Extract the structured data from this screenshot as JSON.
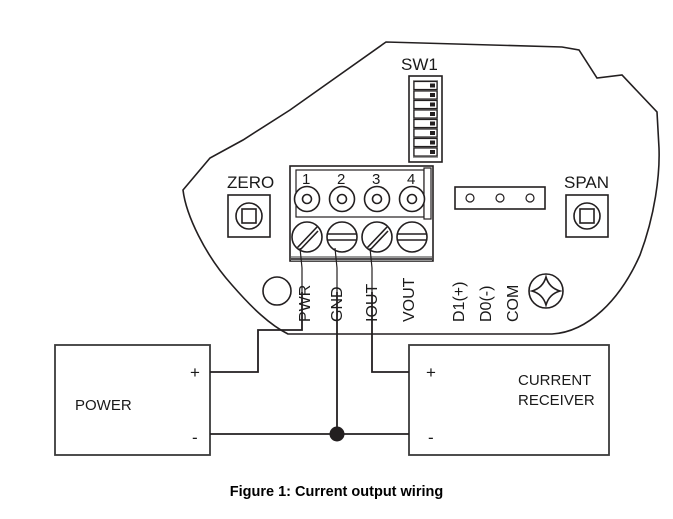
{
  "figure": {
    "caption": "Figure 1: Current output wiring",
    "type": "wiring-diagram"
  },
  "device": {
    "switch_block": {
      "label": "SW1",
      "positions": 8
    },
    "pots": [
      {
        "name": "zero-pot",
        "label": "ZERO"
      },
      {
        "name": "span-pot",
        "label": "SPAN"
      }
    ],
    "terminal_numbers": [
      "1",
      "2",
      "3",
      "4"
    ],
    "terminal_labels": [
      "PWR",
      "GND",
      "IOUT",
      "VOUT",
      "D1(+)",
      "D0(-)",
      "COM"
    ]
  },
  "blocks": [
    {
      "name": "power-supply",
      "label": "POWER",
      "lines": [
        "POWER"
      ],
      "plus": "+",
      "minus": "-"
    },
    {
      "name": "current-receiver",
      "label": "CURRENT RECEIVER",
      "lines": [
        "CURRENT",
        "RECEIVER"
      ],
      "plus": "+",
      "minus": "-"
    }
  ],
  "wires": [
    {
      "name": "pwr-to-power-plus",
      "from": "PWR",
      "to": "POWER +"
    },
    {
      "name": "gnd-to-common",
      "from": "GND",
      "to": "common junction"
    },
    {
      "name": "iout-to-receiver-plus",
      "from": "IOUT",
      "to": "CURRENT RECEIVER +"
    },
    {
      "name": "power-minus-to-junction",
      "from": "POWER -",
      "to": "common junction"
    },
    {
      "name": "junction-to-receiver-minus",
      "from": "common junction",
      "to": "CURRENT RECEIVER -"
    }
  ],
  "colors": {
    "line": "#231f20",
    "box": "#3a3a3a",
    "switch_body": "#9a9a9a",
    "background": "#ffffff"
  }
}
